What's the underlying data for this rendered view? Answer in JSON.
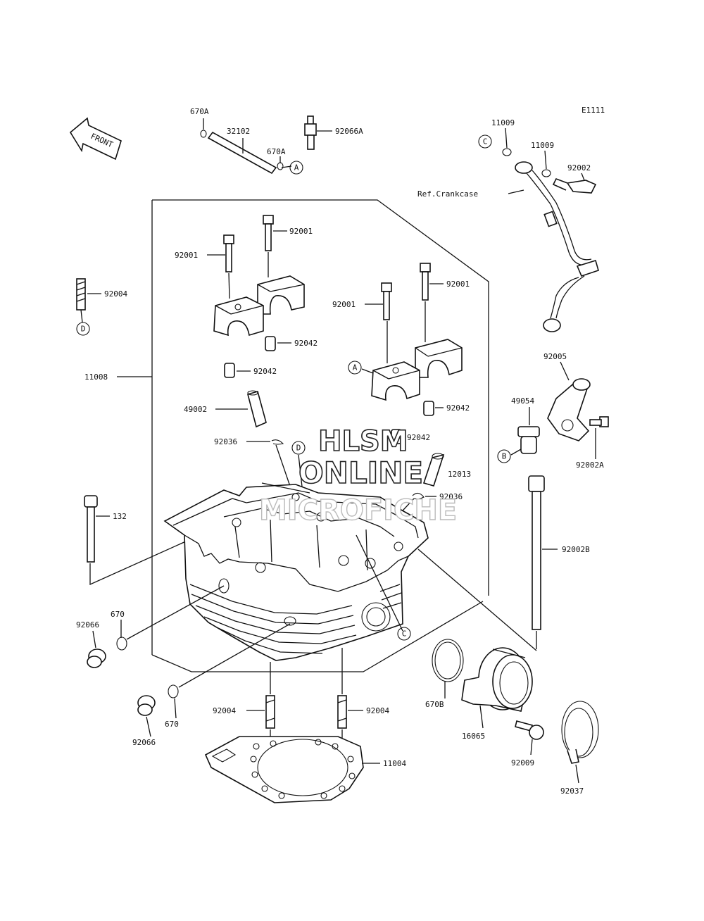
{
  "diagram_code": "E1111",
  "front_label": "FRONT",
  "watermark": {
    "line1": "HLSM",
    "line2": "ONLINE",
    "line3": "MICROFICHE"
  },
  "labels": {
    "p670A_top": "670A",
    "p32102": "32102",
    "p92066A": "92066A",
    "p670A_mid": "670A",
    "p11009_a": "11009",
    "p11009_b": "11009",
    "p92002": "92002",
    "ref_crankcase": "Ref.Crankcase",
    "p92001_a": "92001",
    "p92001_b": "92001",
    "p92001_c": "92001",
    "p92001_d": "92001",
    "p92004_left": "92004",
    "p92042_a": "92042",
    "p92042_b": "92042",
    "p92042_c": "92042",
    "p92042_d": "92042",
    "p11008": "11008",
    "p49002": "49002",
    "p92005": "92005",
    "p49054": "49054",
    "p92002A": "92002A",
    "p92036_a": "92036",
    "p92036_b": "92036",
    "p12013": "12013",
    "p132": "132",
    "p92002B": "92002B",
    "p670_a": "670",
    "p92066_a": "92066",
    "p92004_a": "92004",
    "p92004_b": "92004",
    "p670B": "670B",
    "p670_b": "670",
    "p92066_b": "92066",
    "p16065": "16065",
    "p92009": "92009",
    "p92037": "92037",
    "p11004": "11004"
  },
  "callouts": {
    "A": "A",
    "B": "B",
    "C": "C",
    "D": "D"
  }
}
